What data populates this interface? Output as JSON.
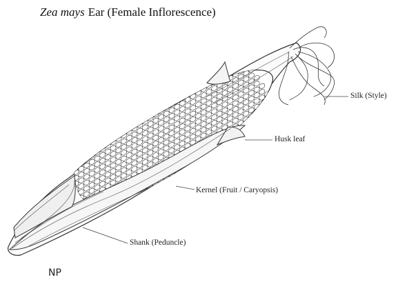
{
  "title": {
    "scientific_name": "Zea mays",
    "rest": "Ear (Female Inflorescence)"
  },
  "labels": {
    "silk": "Silk (Style)",
    "husk": "Husk leaf",
    "kernel": "Kernel (Fruit / Caryopsis)",
    "shank": "Shank (Peduncle)"
  },
  "signature_mark": "NP"
}
